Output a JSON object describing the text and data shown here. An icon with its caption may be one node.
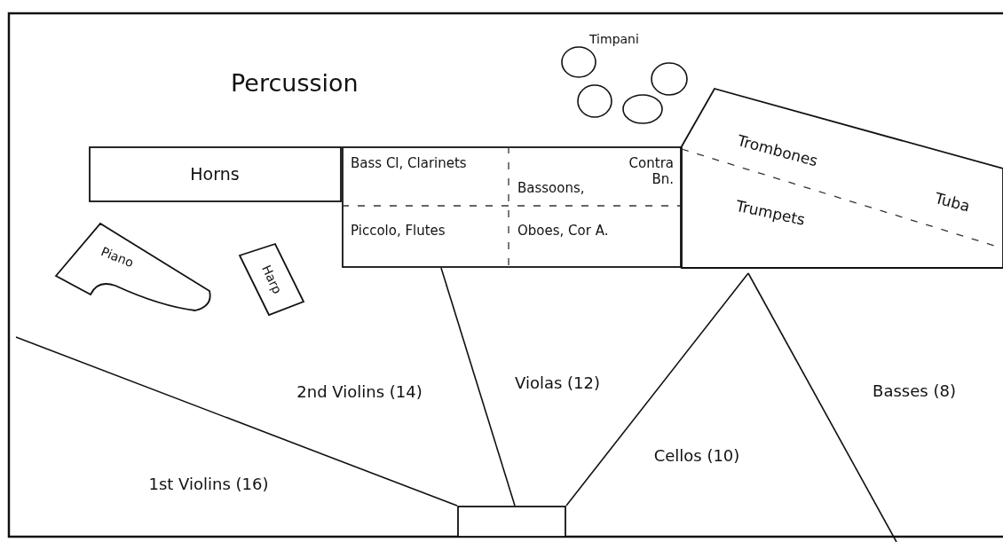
{
  "diagram": {
    "nodes": [
      {
        "text": [
          "Horns"
        ]
      },
      {
        "text": [
          "Bass Cl, Clarinets",
          "Bassoons,",
          "Contra Bn.",
          "Piccolo, Flutes",
          "Oboes, Cor A."
        ]
      },
      {
        "text": [
          "Trombones",
          "Tuba",
          "Trumpets"
        ]
      },
      {
        "text": [
          "Piano"
        ]
      },
      {
        "text": [
          "Harp"
        ]
      },
      {
        "text": [
          "2nd Violins (14)"
        ]
      },
      {
        "text": [
          "Violas (12)"
        ]
      },
      {
        "text": [
          "Cellos (10)"
        ]
      },
      {
        "text": [
          "Basses (8)"
        ]
      },
      {
        "text": [
          "1st Violins (16)"
        ]
      },
      {
        "text": [],
        "shape": "box"
      }
    ],
    "labels": [
      "Percussion",
      "Timpani"
    ]
  }
}
